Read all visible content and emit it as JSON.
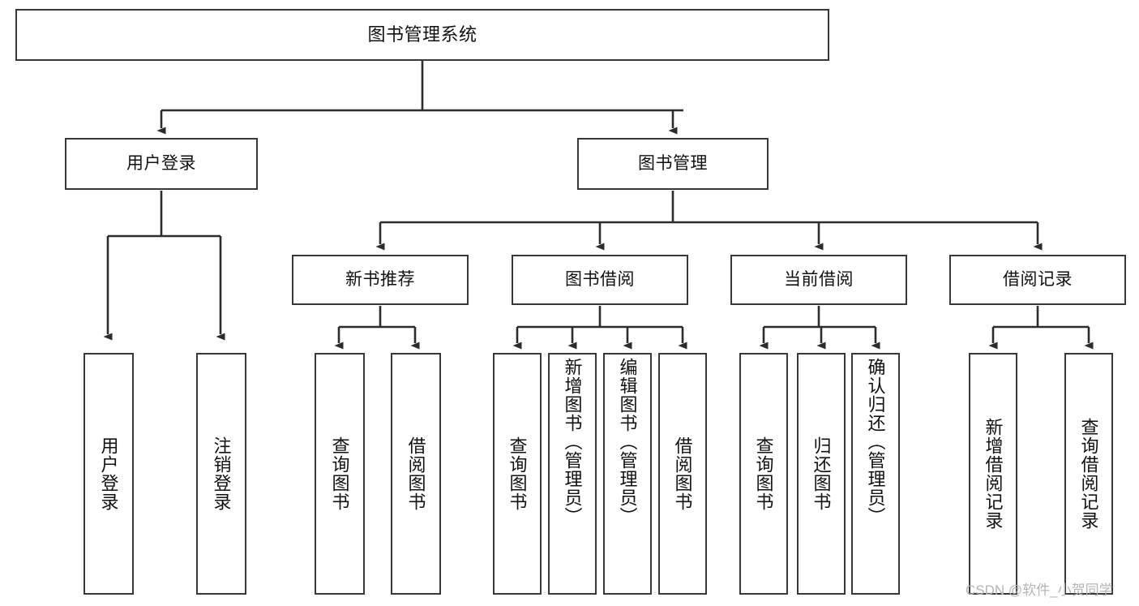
{
  "diagram": {
    "title": "图书管理系统",
    "type": "tree-hierarchy",
    "stroke_color": "#37383a",
    "fill_color": "#ffffff",
    "text_color": "#111111",
    "nodes": {
      "root": {
        "label": "图书管理系统"
      },
      "level2": [
        {
          "label": "用户登录"
        },
        {
          "label": "图书管理"
        }
      ],
      "level3": [
        {
          "label": "新书推荐"
        },
        {
          "label": "图书借阅"
        },
        {
          "label": "当前借阅"
        },
        {
          "label": "借阅记录"
        }
      ],
      "leaves_user_login": [
        {
          "label": "用户登录"
        },
        {
          "label": "注销登录"
        }
      ],
      "leaves_new_book": [
        {
          "label": "查询图书"
        },
        {
          "label": "借阅图书"
        }
      ],
      "leaves_book_borrow": [
        {
          "label": "查询图书"
        },
        {
          "label": "新增图书（管理员）"
        },
        {
          "label": "编辑图书（管理员）"
        },
        {
          "label": "借阅图书"
        }
      ],
      "leaves_current_borrow": [
        {
          "label": "查询图书"
        },
        {
          "label": "归还图书"
        },
        {
          "label": "确认归还（管理员）"
        }
      ],
      "leaves_borrow_record": [
        {
          "label": "新增借阅记录"
        },
        {
          "label": "查询借阅记录"
        }
      ]
    }
  },
  "watermark": {
    "text": "CSDN @软件_小贺同学"
  }
}
